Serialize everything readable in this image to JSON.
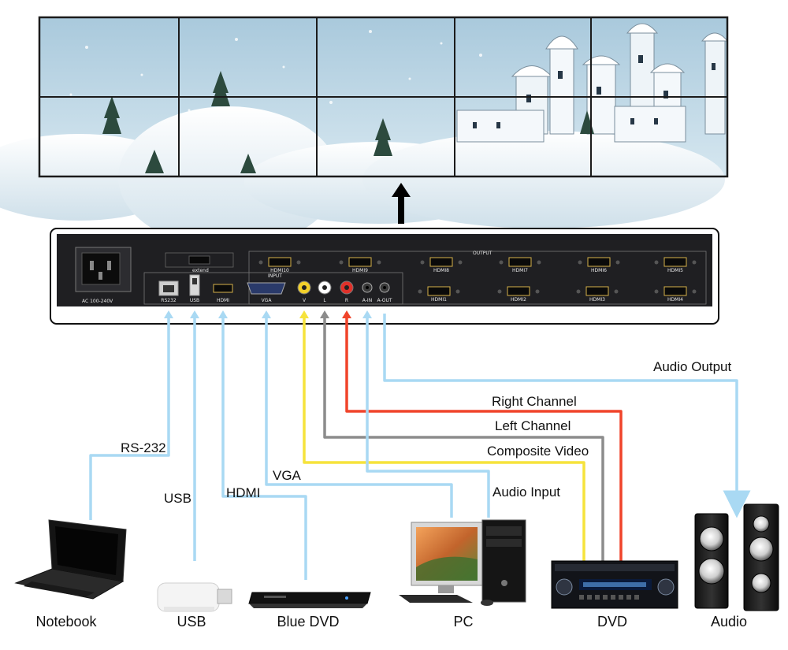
{
  "panel": {
    "power_label": "AC 100-240V",
    "extend_label": "extend",
    "input_label": "INPUT",
    "output_label": "OUTPUT",
    "inputs": [
      "RS232",
      "USB",
      "HDMI",
      "VGA",
      "V",
      "L",
      "R",
      "A-IN",
      "A-OUT"
    ],
    "outputs_top": [
      "HDMI10",
      "HDMI9",
      "HDMI8",
      "HDMI7",
      "HDMI6",
      "HDMI5"
    ],
    "outputs_bottom": [
      "HDMI1",
      "HDMI2",
      "HDMI3",
      "HDMI4"
    ]
  },
  "connections": [
    {
      "label": "RS-232",
      "color": "#a9d9f3"
    },
    {
      "label": "USB",
      "color": "#a9d9f3"
    },
    {
      "label": "HDMI",
      "color": "#a9d9f3"
    },
    {
      "label": "VGA",
      "color": "#a9d9f3"
    },
    {
      "label": "Composite Video",
      "color": "#f6e33c"
    },
    {
      "label": "Left Channel",
      "color": "#8c8c8c"
    },
    {
      "label": "Right Channel",
      "color": "#f0442a"
    },
    {
      "label": "Audio Input",
      "color": "#a9d9f3"
    },
    {
      "label": "Audio Output",
      "color": "#a9d9f3"
    }
  ],
  "devices": [
    {
      "label": "Notebook"
    },
    {
      "label": "USB"
    },
    {
      "label": "Blue DVD"
    },
    {
      "label": "PC"
    },
    {
      "label": "DVD"
    },
    {
      "label": "Audio"
    }
  ],
  "colors": {
    "sky": "#b9d6e6",
    "snow": "#f4f8fb",
    "panel_body": "#1f1f22",
    "arrow": "#000000"
  }
}
